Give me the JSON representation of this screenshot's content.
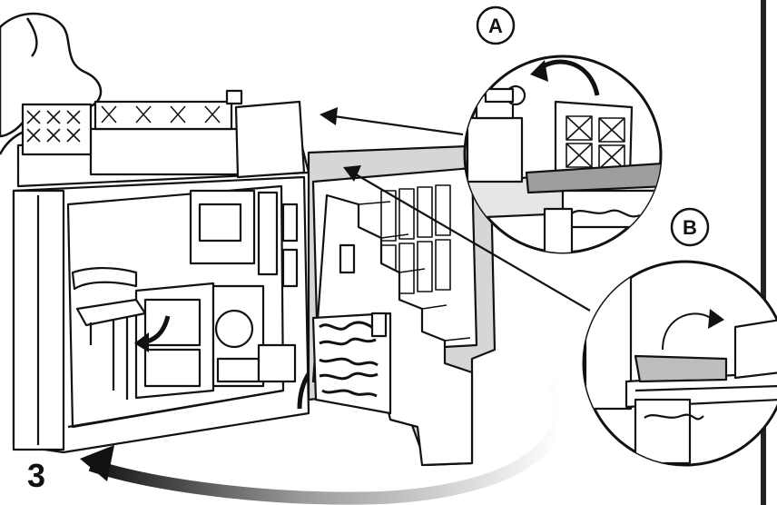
{
  "step": {
    "number": "3"
  },
  "callouts": [
    {
      "id": "A",
      "label": "A"
    },
    {
      "id": "B",
      "label": "B"
    }
  ],
  "colors": {
    "line": "#111111",
    "fill": "#ffffff",
    "shade": "#d6d6d6",
    "dark_shade": "#9e9e9e",
    "divider": "#222222"
  }
}
